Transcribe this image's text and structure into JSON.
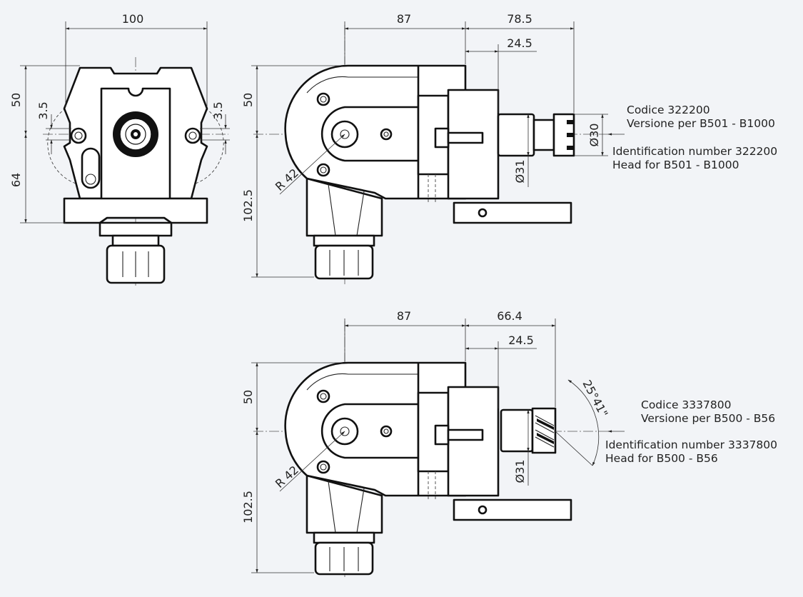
{
  "views": {
    "front": {
      "dim_width": "100",
      "dim_top": "50",
      "dim_bottom": "64",
      "dim_offset_left": "3.5",
      "dim_offset_right": "3.5"
    },
    "side_top": {
      "dim_a": "87",
      "dim_b": "78.5",
      "dim_c": "24.5",
      "dim_top": "50",
      "dim_bottom": "102.5",
      "radius": "R 42",
      "dia_collet": "Ø30",
      "dia_body": "Ø31",
      "label": {
        "codice": "Codice 322200",
        "versione": "Versione per B501 - B1000",
        "id_number": "Identification number 322200",
        "head": "Head for B501 - B1000"
      }
    },
    "side_bottom": {
      "dim_a": "87",
      "dim_b": "66.4",
      "dim_c": "24.5",
      "dim_top": "50",
      "dim_bottom": "102.5",
      "radius": "R 42",
      "angle": "25°41\"",
      "dia_body": "Ø31",
      "label": {
        "codice": "Codice 3337800",
        "versione": "Versione per B500 - B56",
        "id_number": "Identification number 3337800",
        "head": "Head for B500 - B56"
      }
    }
  }
}
